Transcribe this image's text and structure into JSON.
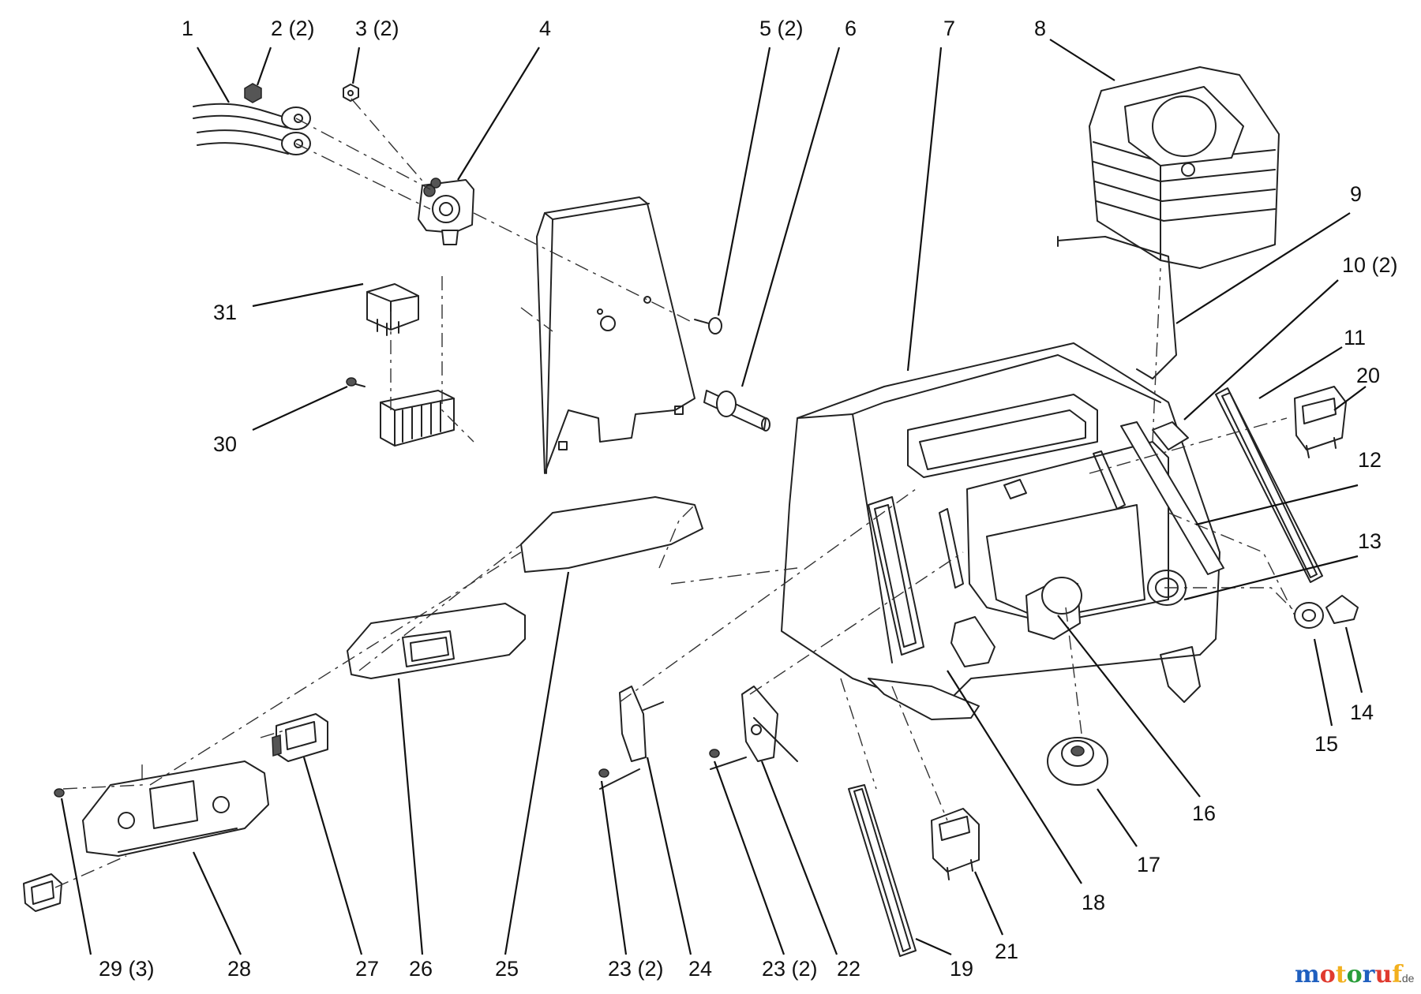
{
  "callouts": [
    {
      "label": "1"
    },
    {
      "label": "2 (2)"
    },
    {
      "label": "3 (2)"
    },
    {
      "label": "4"
    },
    {
      "label": "5 (2)"
    },
    {
      "label": "6"
    },
    {
      "label": "7"
    },
    {
      "label": "8"
    },
    {
      "label": "9"
    },
    {
      "label": "10 (2)"
    },
    {
      "label": "11"
    },
    {
      "label": "20"
    },
    {
      "label": "12"
    },
    {
      "label": "13"
    },
    {
      "label": "31"
    },
    {
      "label": "30"
    },
    {
      "label": "14"
    },
    {
      "label": "15"
    },
    {
      "label": "16"
    },
    {
      "label": "17"
    },
    {
      "label": "18"
    },
    {
      "label": "21"
    },
    {
      "label": "19"
    },
    {
      "label": "22"
    },
    {
      "label": "23 (2)"
    },
    {
      "label": "24"
    },
    {
      "label": "23 (2)"
    },
    {
      "label": "25"
    },
    {
      "label": "26"
    },
    {
      "label": "27"
    },
    {
      "label": "28"
    },
    {
      "label": "29 (3)"
    }
  ],
  "watermark": {
    "brand": "motoruf",
    "suffix": ".de",
    "colors": [
      "#1f5fbf",
      "#e03a2f",
      "#f2b01e",
      "#2a9d3a"
    ]
  }
}
